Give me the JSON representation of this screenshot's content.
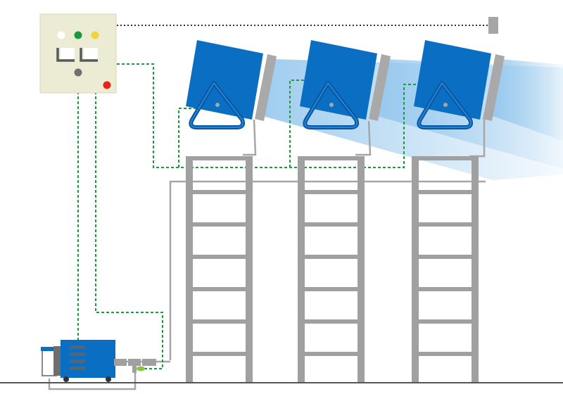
{
  "colors": {
    "background": "#ffffff",
    "control_box_fill": "#ecebd3",
    "control_box_stroke": "#d9d7bd",
    "indicator_white": "#ffffff",
    "indicator_green": "#179b3c",
    "indicator_yellow": "#f3d33a",
    "indicator_gray": "#707070",
    "indicator_red": "#e5251c",
    "switch_dark": "#5a5a5a",
    "signal_wire": "#1a9b3c",
    "fluid_line": "#a6a6a6",
    "ladder": "#a0a0a0",
    "lamp_blue": "#0a6fc2",
    "lamp_blue_dark": "#0558a3",
    "lens_gray": "#a9a9a9",
    "beam": "#8fc4ec",
    "pump_blue": "#0a6fc2",
    "ground": "#555555",
    "accent_lime": "#8cc63f",
    "dotted_guide": "#333333"
  },
  "icons": {
    "control_box": "control-cabinet-icon",
    "lamp": "uv-lamp-icon",
    "pump": "pump-unit-icon",
    "ladder": "ladder-icon",
    "endpoint": "endpoint-marker-icon"
  },
  "structure": {
    "lamp_count": 3,
    "ladder_count": 3,
    "ladder_rungs": 6,
    "control_indicators": [
      "white",
      "green",
      "yellow"
    ],
    "switches": 2
  }
}
